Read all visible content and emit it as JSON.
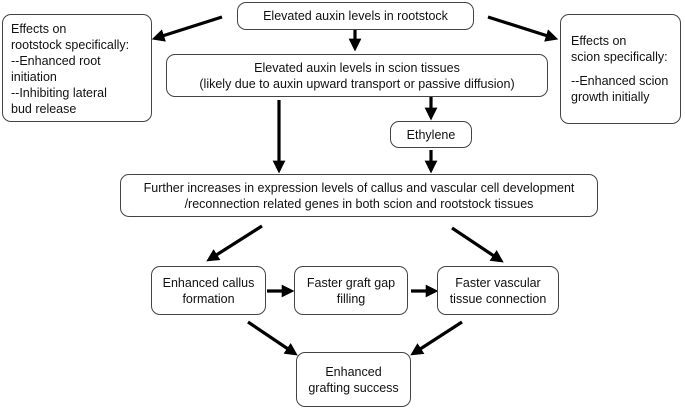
{
  "nodes": {
    "rootstock_auxin": "Elevated auxin levels in rootstock",
    "scion_auxin": {
      "line1": "Elevated auxin levels in scion tissues",
      "line2": "(likely due to auxin upward transport or passive diffusion)"
    },
    "ethylene": "Ethylene",
    "rootstock_effects": {
      "line1": "Effects on",
      "line2": "rootstock specifically:",
      "line3": "--Enhanced root",
      "line4": "initiation",
      "line5": "--Inhibiting lateral",
      "line6": "bud release"
    },
    "scion_effects": {
      "line1": "Effects on",
      "line2": "scion specifically:",
      "line3": "--Enhanced scion",
      "line4": "growth initially"
    },
    "gene_expression": {
      "line1": "Further increases in expression levels of callus and vascular cell development",
      "line2": "/reconnection related genes in both scion and rootstock tissues"
    },
    "callus": {
      "line1": "Enhanced callus",
      "line2": "formation"
    },
    "gap_filling": {
      "line1": "Faster graft gap",
      "line2": "filling"
    },
    "vascular": {
      "line1": "Faster vascular",
      "line2": "tissue connection"
    },
    "success": {
      "line1": "Enhanced",
      "line2": "grafting success"
    }
  },
  "colors": {
    "border": "#444444",
    "arrow": "#000000"
  }
}
